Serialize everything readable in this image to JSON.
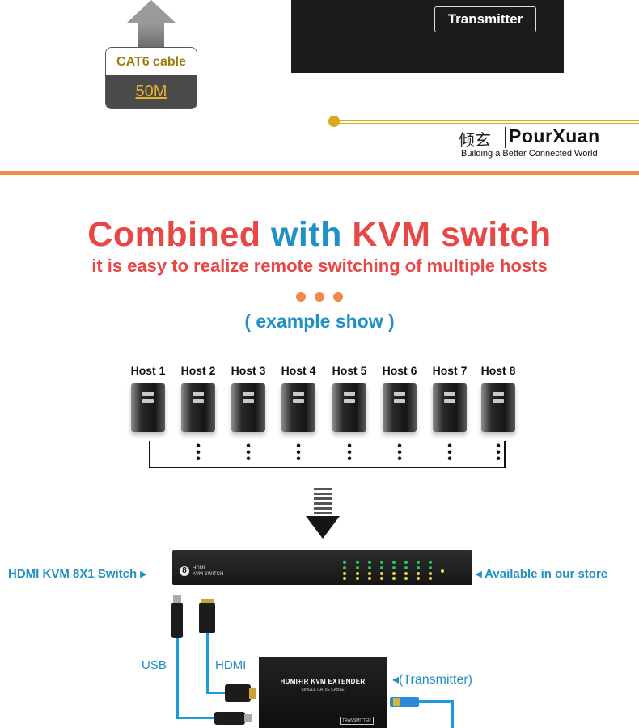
{
  "top": {
    "cable_label": "CAT6 cable",
    "cable_length": "50M",
    "transmitter_label": "Transmitter"
  },
  "logo": {
    "chinese": "倾玄",
    "name": "PourXuan",
    "tagline": "Building a Better Connected World"
  },
  "headline": {
    "part1": "Combined ",
    "part2": "with ",
    "part3": "KVM switch",
    "subtitle": "it is easy to realize remote switching of multiple hosts",
    "example": "( example show )"
  },
  "hosts": [
    "Host 1",
    "Host 2",
    "Host 3",
    "Host 4",
    "Host 5",
    "Host 6",
    "Host 7",
    "Host 8"
  ],
  "kvm": {
    "left_label": "HDMI KVM 8X1 Switch ▸",
    "right_label": "◂ Available in our store",
    "badge": "8",
    "device_text_1": "HDMI",
    "device_text_2": "KVM SWITCH"
  },
  "diagram": {
    "usb_label": "USB",
    "hdmi_label": "HDMI",
    "extender_title": "HDMI+IR KVM EXTENDER",
    "extender_sub": "SINGLE CAT5E CABLE",
    "extender_tag": "TRANSMITTER",
    "transmitter_label": "◂(Transmitter)"
  },
  "colors": {
    "red": "#e94646",
    "blue": "#2190c6",
    "orange": "#f08a46",
    "gold": "#d9a81c"
  }
}
